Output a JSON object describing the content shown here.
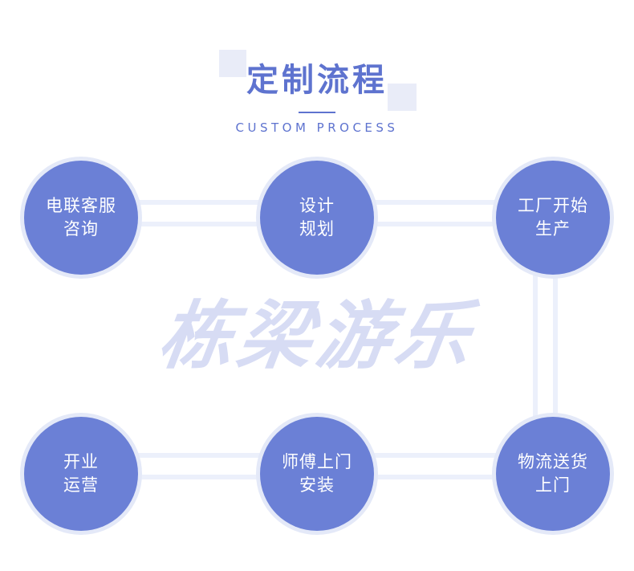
{
  "header": {
    "title": "定制流程",
    "subtitle": "CUSTOM PROCESS"
  },
  "watermark": "栋梁游乐",
  "colors": {
    "accent": "#5e73cf",
    "circle": "#6b80d6",
    "watermark": "#d7dcf4",
    "connector": "#ecf0fb"
  },
  "steps": [
    {
      "line1": "电联客服",
      "line2": "咨询"
    },
    {
      "line1": "设计",
      "line2": "规划"
    },
    {
      "line1": "工厂开始",
      "line2": "生产"
    },
    {
      "line1": "物流送货",
      "line2": "上门"
    },
    {
      "line1": "师傅上门",
      "line2": "安装"
    },
    {
      "line1": "开业",
      "line2": "运营"
    }
  ]
}
